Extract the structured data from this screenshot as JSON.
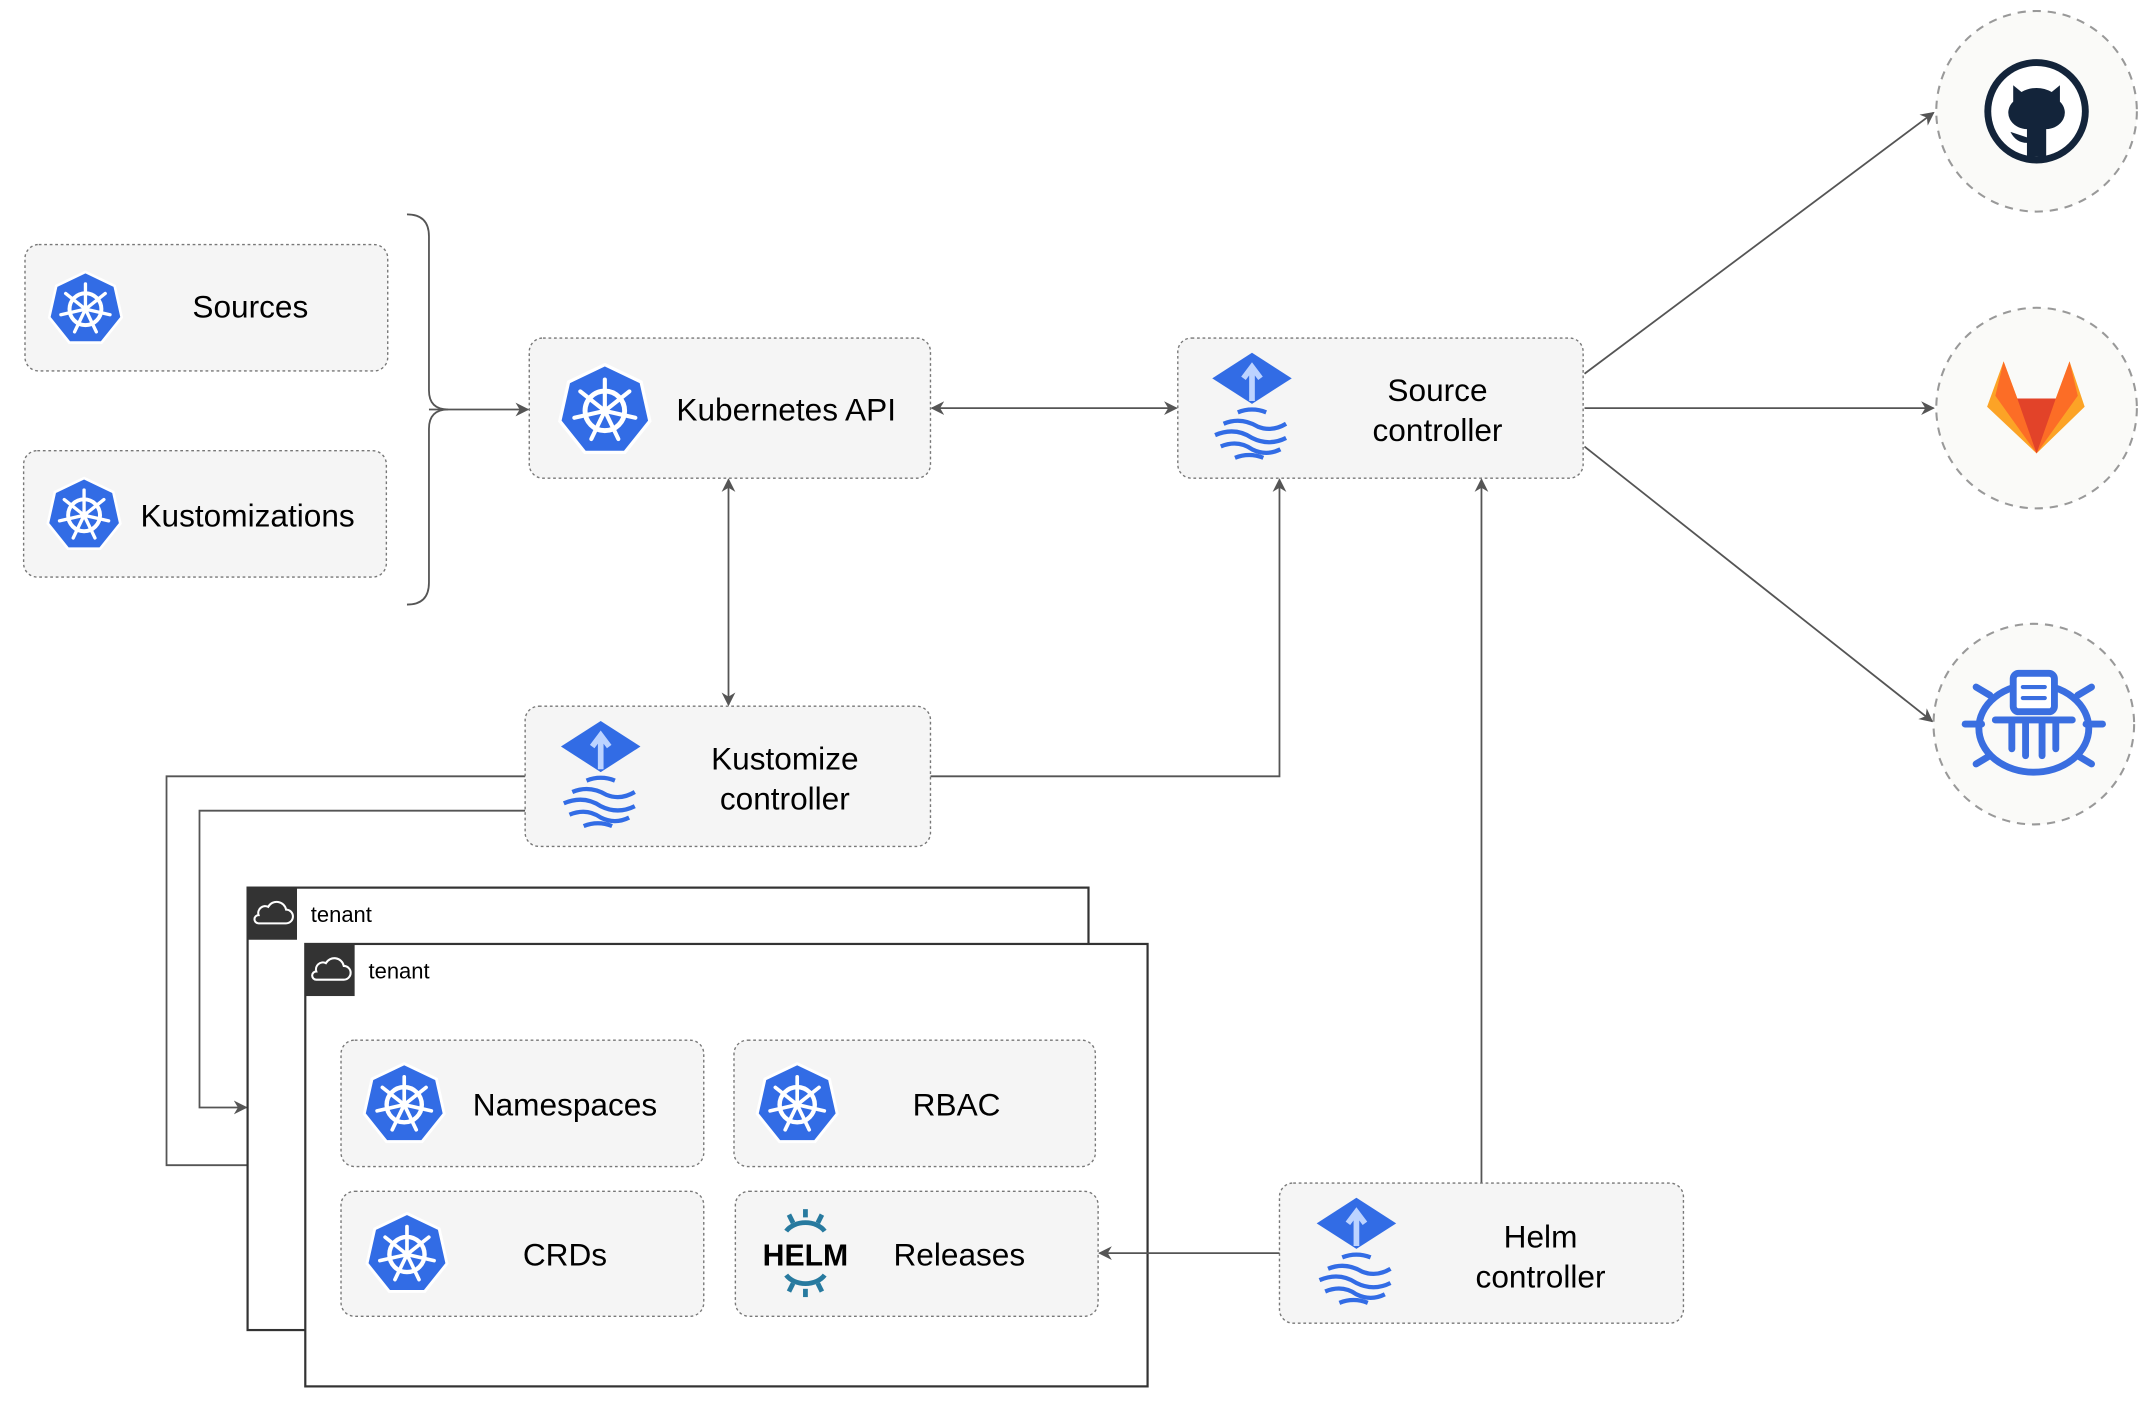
{
  "nodes": {
    "sources": "Sources",
    "kustomizations": "Kustomizations",
    "kubernetes_api": "Kubernetes API",
    "source_controller": [
      "Source",
      "controller"
    ],
    "kustomize_controller": [
      "Kustomize",
      "controller"
    ],
    "helm_controller": [
      "Helm",
      "controller"
    ],
    "namespaces": "Namespaces",
    "rbac": "RBAC",
    "crds": "CRDs",
    "releases": "Releases"
  },
  "tenants": [
    "tenant",
    "tenant"
  ],
  "icons": {
    "kubernetes": "kubernetes-icon",
    "flux": "flux-icon",
    "helm": "helm-logo",
    "github": "github-icon",
    "gitlab": "gitlab-icon",
    "bucket": "bucket-icon",
    "cloud": "cloud-icon"
  },
  "helm_logo_text": "HELM",
  "colors": {
    "k8s_blue": "#326ce5",
    "helm_teal": "#277a9f",
    "gitlab_orange": "#e24329",
    "github_dark": "#13243a"
  }
}
